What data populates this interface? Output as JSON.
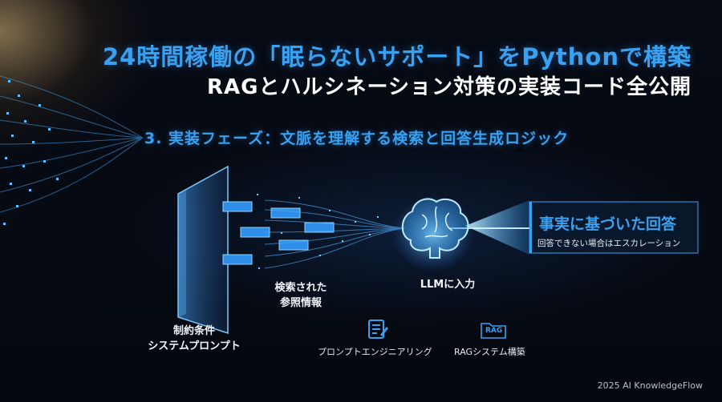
{
  "header": {
    "title_line1": "24時間稼働の「眠らないサポート」をPythonで構築",
    "title_line2": "RAGとハルシネーション対策の実装コード全公開"
  },
  "section": {
    "heading": "3. 実装フェーズ：文脈を理解する検索と回答生成ロジック"
  },
  "diagram": {
    "retrieved_label_line1": "検索された",
    "retrieved_label_line2": "参照情報",
    "llm_label": "LLMに入力",
    "constraint_label_line1": "制約条件",
    "constraint_label_line2": "システムプロンプト",
    "answer_title": "事実に基づいた回答",
    "answer_note": "回答できない場合はエスカレーション",
    "rag_badge": "RAG"
  },
  "icons": [
    {
      "name": "document-edit-icon",
      "label": "プロンプトエンジニアリング"
    },
    {
      "name": "rag-folder-icon",
      "label": "RAGシステム構築"
    }
  ],
  "footer": {
    "credit": "2025 AI KnowledgeFlow"
  },
  "colors": {
    "accent": "#3aa0f0",
    "background": "#05080f",
    "glow": "#6fd0ff"
  }
}
